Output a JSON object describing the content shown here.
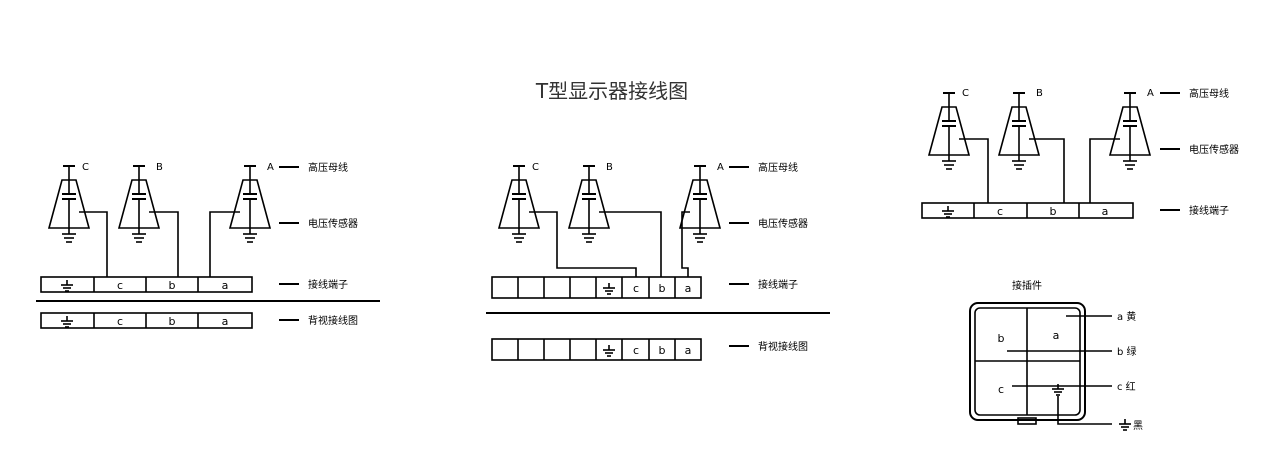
{
  "title": "T型显示器接线图",
  "phases": [
    "C",
    "B",
    "A"
  ],
  "callouts": {
    "busbar": "高压母线",
    "sensor": "电压传感器",
    "terminal": "接线端子",
    "back_wiring": "背视接线图"
  },
  "terminal_cells": [
    "c",
    "b",
    "a"
  ],
  "connector": {
    "title": "接插件",
    "cells": [
      "a",
      "b",
      "c"
    ],
    "wire_labels": [
      "a 黄",
      "b 绿",
      "c 红",
      "黑"
    ]
  }
}
